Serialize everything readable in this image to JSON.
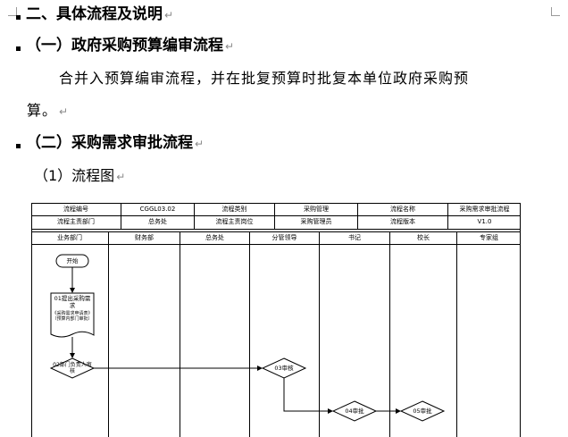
{
  "headings": {
    "h2": "二、具体流程及说明",
    "s1": "（一）政府采购预算编审流程",
    "s2": "（二）采购需求审批流程"
  },
  "para": {
    "line1": "合并入预算编审流程，并在批复预算时批复本单位政府采购预",
    "line2": "算。"
  },
  "sub": "（1）流程图",
  "marks": {
    "para": "↵"
  },
  "flow": {
    "header_rows": [
      [
        "流程编号",
        "CGGL03.02",
        "流程类别",
        "采购管理",
        "流程名称",
        "采购需求审批流程"
      ],
      [
        "流程主责部门",
        "总务处",
        "流程主责岗位",
        "采购管理员",
        "流程版本",
        "V1.0"
      ]
    ],
    "lanes": [
      "业务部门",
      "财务部",
      "总务处",
      "分管领导",
      "书记",
      "校长",
      "专家组"
    ],
    "nodes": {
      "start": "开始",
      "n01_title": "01提出采购需求",
      "n01_detail": "《采购需求申请表》（预算内部门审批）",
      "n02": "02部门负责人审核",
      "n03": "03审核",
      "n04": "04审批",
      "n05": "05审批"
    }
  }
}
